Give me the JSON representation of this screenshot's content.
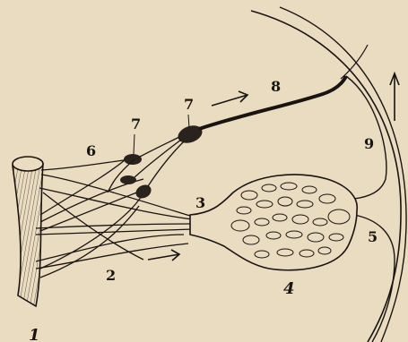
{
  "labels": {
    "l1": "1",
    "l2": "2",
    "l3": "3",
    "l4": "4",
    "l5": "5",
    "l6": "6",
    "l7a": "7",
    "l7b": "7",
    "l8": "8",
    "l9": "9"
  },
  "colors": {
    "paper": "#e9dcc0",
    "ink": "#1a1410",
    "ganglion": "#2a221c"
  }
}
